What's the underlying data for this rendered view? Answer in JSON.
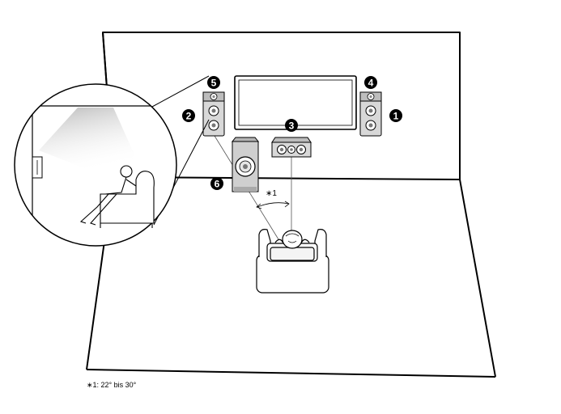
{
  "badges": {
    "front_right": "1",
    "front_left": "2",
    "center": "3",
    "height_right": "4",
    "height_left": "5",
    "subwoofer": "6"
  },
  "angle_marker": "∗1",
  "footnote": "∗1:  22° bis 30°"
}
